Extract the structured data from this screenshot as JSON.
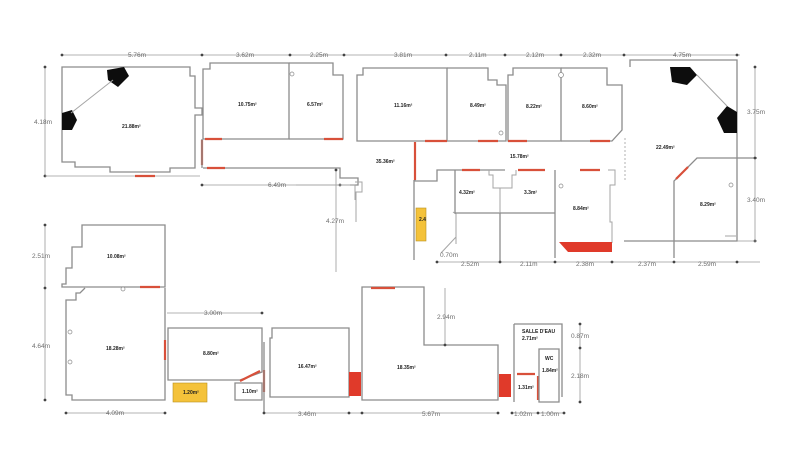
{
  "plan": {
    "colors": {
      "wall": "#8c8c8c",
      "opening": "#d8503a",
      "red_block": "#e03a2a",
      "yellow_block": "#f4c23a",
      "pillar": "#0d0d0d"
    },
    "rooms": [
      {
        "id": "r1",
        "area": "21.88m²"
      },
      {
        "id": "r2",
        "area": "10.75m²"
      },
      {
        "id": "r3",
        "area": "6.57m²"
      },
      {
        "id": "r4",
        "area": "11.16m²"
      },
      {
        "id": "r5",
        "area": "8.49m²"
      },
      {
        "id": "r6",
        "area": "8.22m²"
      },
      {
        "id": "r7",
        "area": "8.60m²"
      },
      {
        "id": "r8",
        "area": "22.49m²"
      },
      {
        "id": "r9",
        "area": "35.36m²"
      },
      {
        "id": "r10",
        "area": "15.78m²"
      },
      {
        "id": "r11",
        "area": "4.32m²"
      },
      {
        "id": "r12",
        "area": "3.3m²"
      },
      {
        "id": "r13",
        "area": "8.84m²"
      },
      {
        "id": "r14",
        "area": "8.29m²"
      },
      {
        "id": "r15",
        "area": "10.08m²"
      },
      {
        "id": "r16",
        "area": "18.28m²"
      },
      {
        "id": "r17",
        "area": "8.80m²"
      },
      {
        "id": "r18",
        "area": "1.20m²"
      },
      {
        "id": "r19",
        "area": "1.10m²"
      },
      {
        "id": "r20",
        "area": "16.47m²"
      },
      {
        "id": "r21",
        "area": "18.35m²"
      },
      {
        "id": "r22",
        "area": "1.31m²"
      },
      {
        "id": "r23",
        "area": "1.84m²"
      },
      {
        "id": "r24",
        "area": "2.71m²"
      },
      {
        "id": "r25",
        "area": "2.4"
      }
    ],
    "room_labels": {
      "salle_deau": "SALLE D'EAU",
      "wc": "WC"
    },
    "dimensions": {
      "top": [
        "5.76m",
        "3.62m",
        "2.25m",
        "3.81m",
        "2.11m",
        "2.12m",
        "2.32m",
        "4.75m"
      ],
      "left_top": "4.18m",
      "corridor": "6.49m",
      "vertical_center": "4.27m",
      "right_top": "3.75m",
      "right_bottom": "3.40m",
      "mid_bottom": [
        "2.52m",
        "2.11m",
        "2.38m",
        "2.37m",
        "2.59m"
      ],
      "small_mid": "0.70m",
      "left_mid": "2.51m",
      "left_bottom": "4.64m",
      "bottom_left": "4.09m",
      "room17_width": "3.00m",
      "bottom_mid": "3.46m",
      "bottom_center": "5.67m",
      "center_vertical": "2.94m",
      "bath_right_top": "0.87m",
      "bath_right_bottom": "2.18m",
      "bath_bottom": [
        "1.02m",
        "1.00m"
      ]
    }
  }
}
